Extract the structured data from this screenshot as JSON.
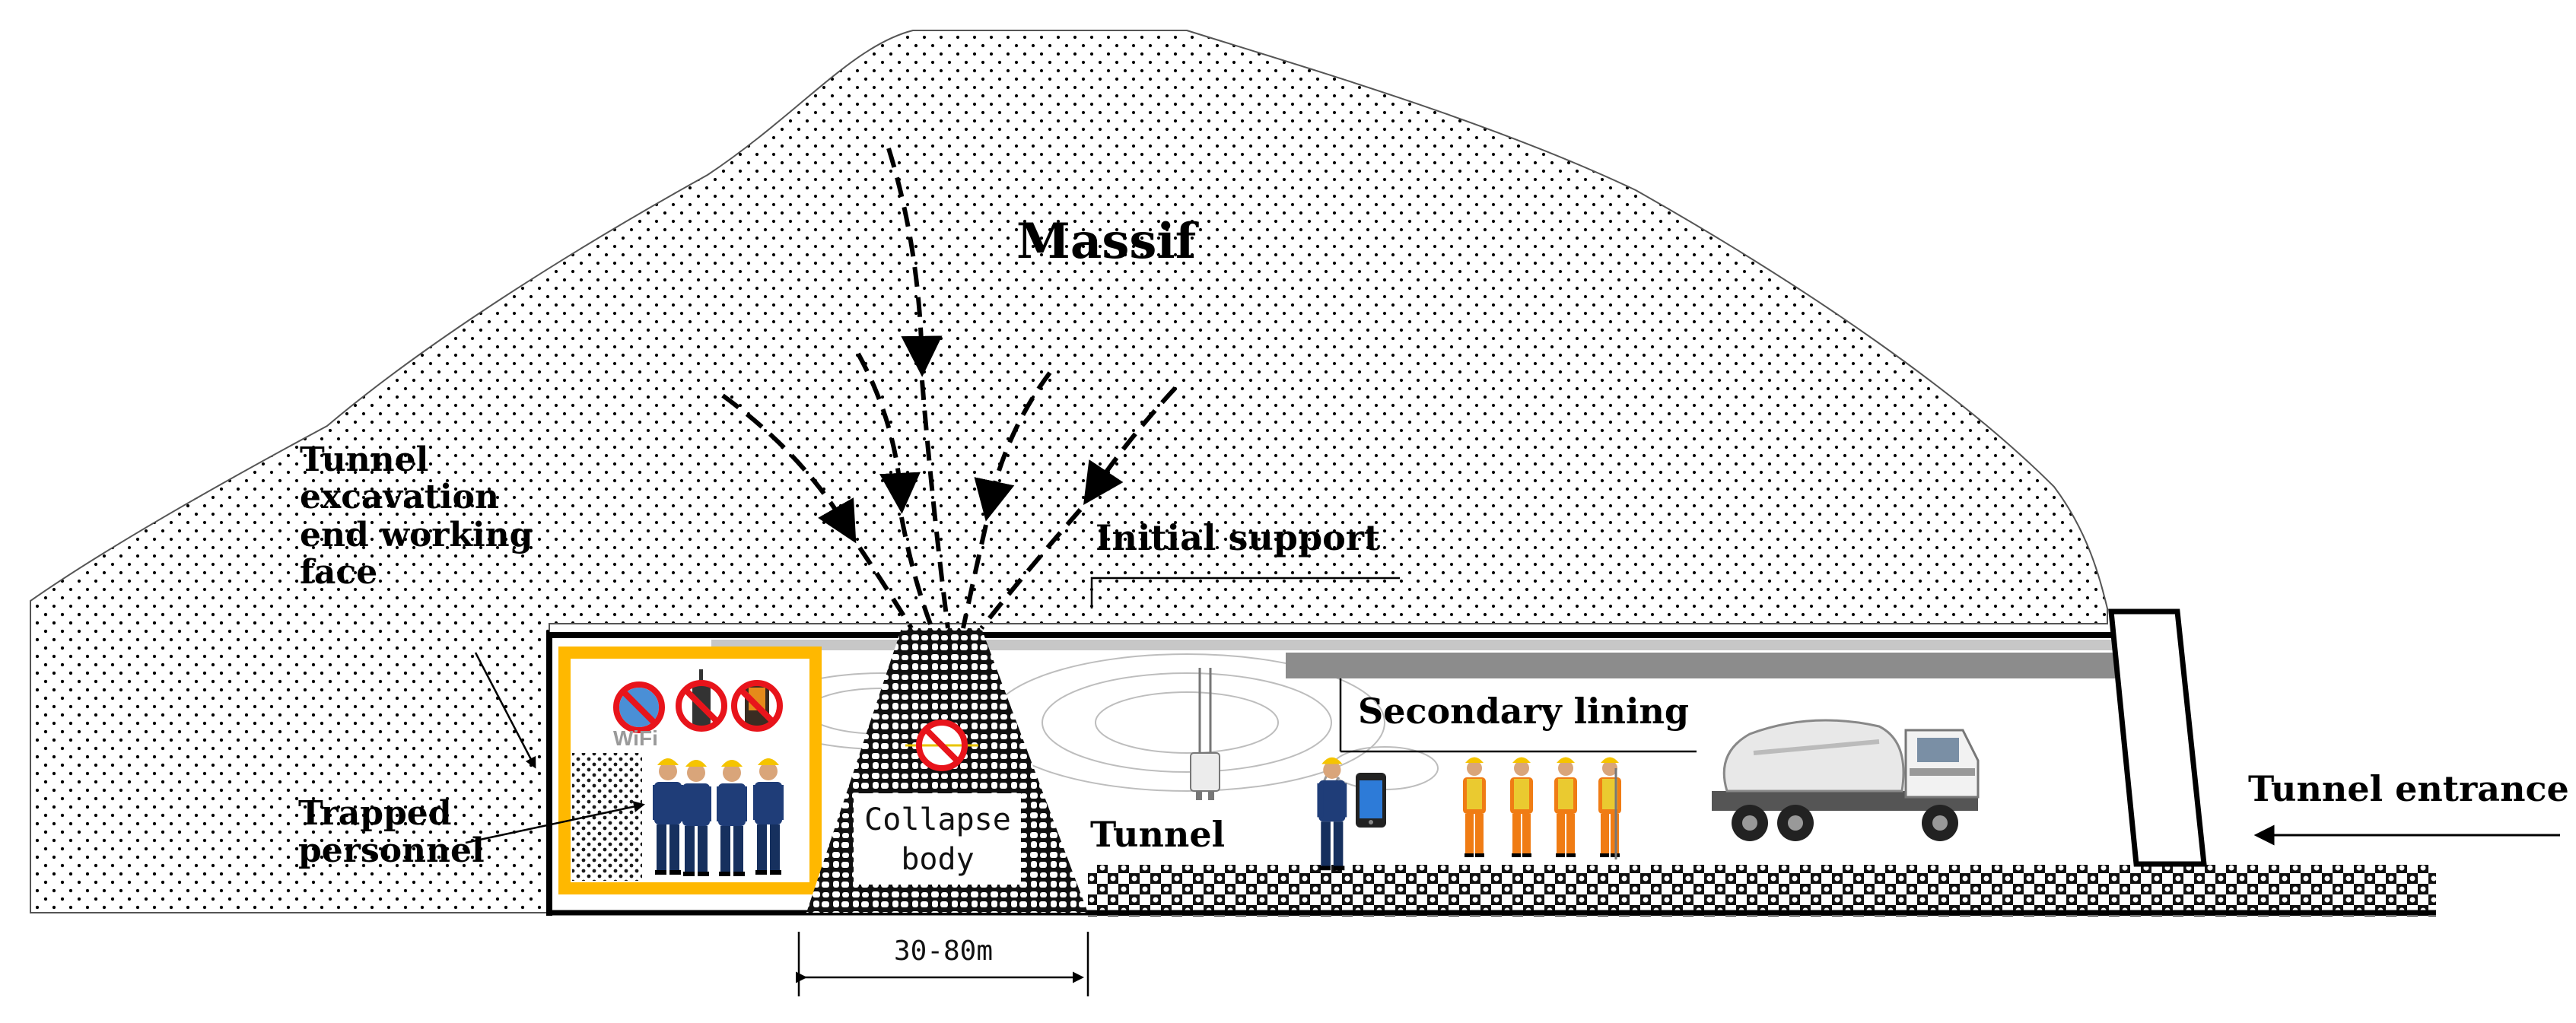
{
  "labels": {
    "massif": "Massif",
    "working_face": [
      "Tunnel",
      "excavation",
      "end working",
      "face"
    ],
    "initial_support": "Initial support",
    "secondary_lining": "Secondary lining",
    "tunnel_entrance": "Tunnel entrance",
    "trapped_personnel": [
      "Trapped",
      "personnel"
    ],
    "collapse_body": [
      "Collapse",
      "body"
    ],
    "tunnel": "Tunnel",
    "dimension": "30-80m",
    "wifi": "WiFi"
  },
  "colors": {
    "frame_border": "#ffb800",
    "prohibited": "#e8141b",
    "worker_blue": "#1f3d78",
    "worker_orange": "#f07c14",
    "worker_vest": "#e8e43a",
    "helmet": "#f5c400",
    "lining_gray": "#8c8c8c"
  },
  "icons": [
    "no-wifi-icon",
    "no-radio-icon",
    "no-phone-icon",
    "no-signal-icon",
    "smartphone-icon",
    "antenna-icon",
    "signal-wave-icon",
    "concrete-mixer-truck-icon",
    "worker-icon",
    "arrow-icon"
  ]
}
